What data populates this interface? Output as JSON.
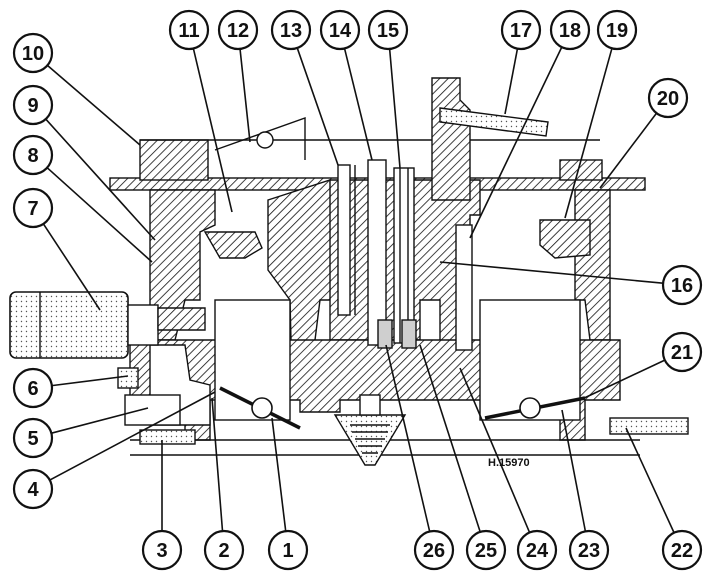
{
  "drawing": {
    "reference_code": "H.15970",
    "callouts": [
      "1",
      "2",
      "3",
      "4",
      "5",
      "6",
      "7",
      "8",
      "9",
      "10",
      "11",
      "12",
      "13",
      "14",
      "15",
      "16",
      "17",
      "18",
      "19",
      "20",
      "21",
      "22",
      "23",
      "24",
      "25",
      "26"
    ]
  },
  "colors": {
    "ink": "#111111",
    "paper": "#ffffff",
    "shade": "#cfcfcf"
  }
}
